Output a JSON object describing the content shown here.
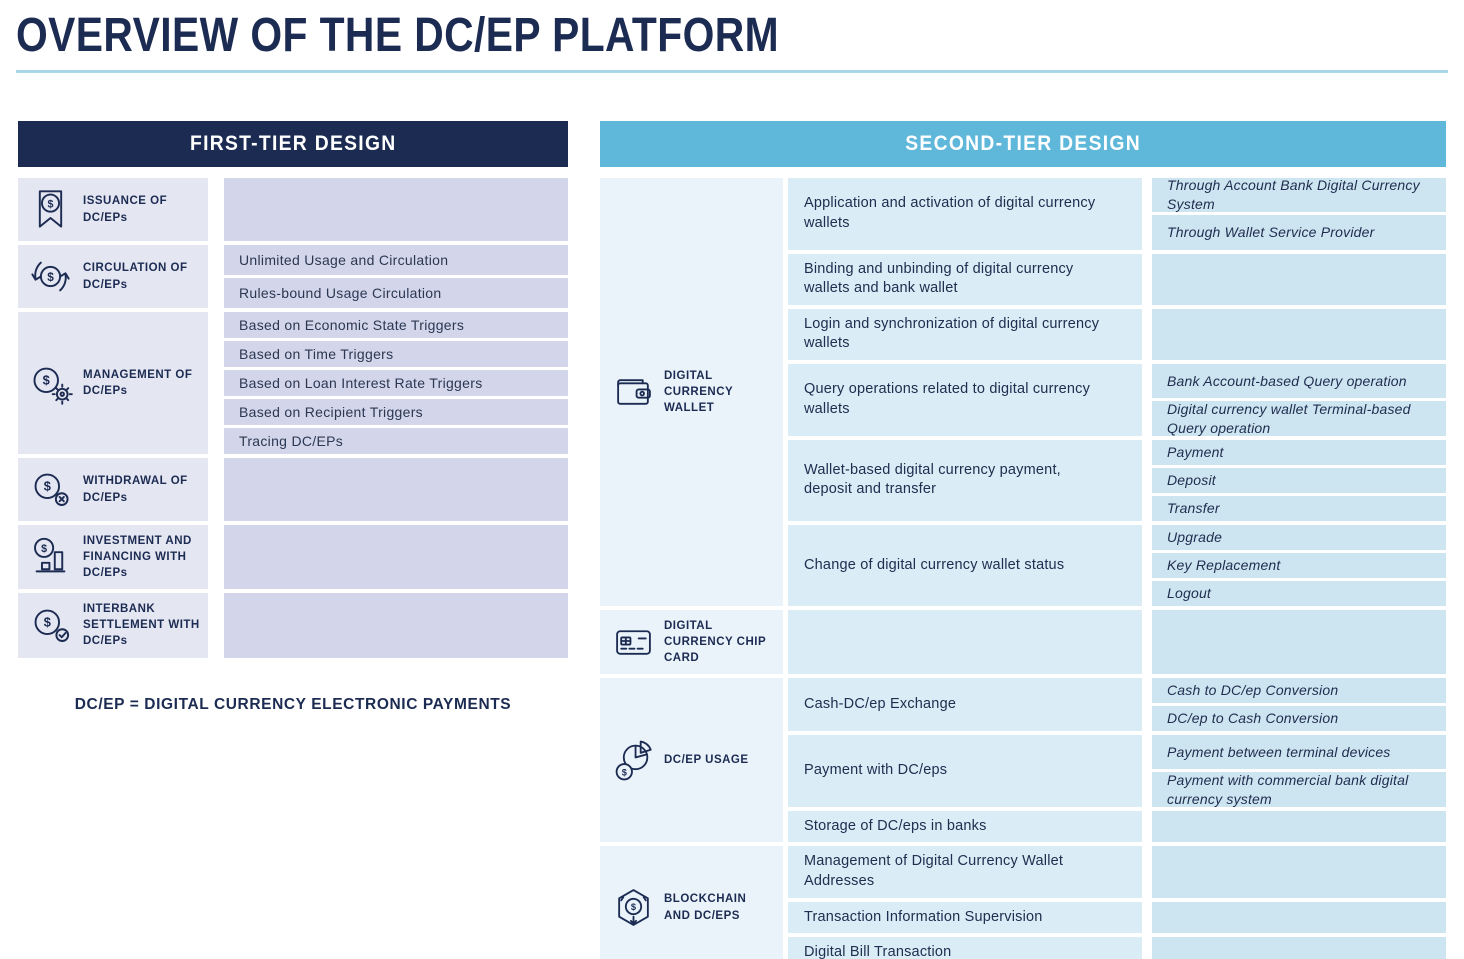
{
  "page": {
    "title": "OVERVIEW OF THE DC/EP PLATFORM",
    "footnote": "DC/EP = DIGITAL CURRENCY ELECTRONIC PAYMENTS"
  },
  "colors": {
    "navy": "#1c2b52",
    "tier2-blue": "#5fb7da",
    "underline": "#a9d7ea",
    "ft-label-bg": "#e4e6f2",
    "ft-value-bg": "#d3d6ea",
    "st-label-bg": "#eaf3fa",
    "st-mid-bg": "#daecf6",
    "st-detail-bg": "#cde5f1",
    "text-dark": "#2b3752"
  },
  "first_tier": {
    "header": "FIRST-TIER DESIGN",
    "sections": [
      {
        "icon": "issuance-icon",
        "label": "ISSUANCE OF DC/EPs",
        "items": []
      },
      {
        "icon": "circulation-icon",
        "label": "CIRCULATION OF DC/EPs",
        "items": [
          "Unlimited Usage and Circulation",
          "Rules-bound Usage Circulation"
        ]
      },
      {
        "icon": "management-icon",
        "label": "MANAGEMENT OF DC/EPs",
        "items": [
          "Based on Economic State Triggers",
          "Based on Time Triggers",
          "Based on Loan Interest Rate Triggers",
          "Based on Recipient Triggers",
          "Tracing DC/EPs"
        ]
      },
      {
        "icon": "withdrawal-icon",
        "label": "WITHDRAWAL OF DC/EPs",
        "items": []
      },
      {
        "icon": "investment-icon",
        "label": "INVESTMENT AND FINANCING WITH DC/EPs",
        "items": []
      },
      {
        "icon": "settlement-icon",
        "label": "INTERBANK SETTLEMENT WITH DC/EPs",
        "items": []
      }
    ]
  },
  "second_tier": {
    "header": "SECOND-TIER DESIGN",
    "sections": [
      {
        "icon": "wallet-icon",
        "label": "DIGITAL CURRENCY WALLET",
        "rows": [
          {
            "text": "Application and activation of digital currency wallets",
            "details": [
              "Through Account Bank Digital Currency System",
              "Through Wallet Service Provider"
            ]
          },
          {
            "text": "Binding and unbinding of digital currency wallets and bank wallet",
            "details": []
          },
          {
            "text": "Login and synchronization of digital currency wallets",
            "details": []
          },
          {
            "text": "Query operations related to digital currency wallets",
            "details": [
              "Bank Account-based Query operation",
              "Digital currency wallet Terminal-based Query operation"
            ]
          },
          {
            "text": "Wallet-based digital currency payment, deposit and transfer",
            "details": [
              "Payment",
              "Deposit",
              "Transfer"
            ]
          },
          {
            "text": "Change of digital currency wallet status",
            "details": [
              "Upgrade",
              "Key Replacement",
              "Logout"
            ]
          }
        ]
      },
      {
        "icon": "chip-card-icon",
        "label": "DIGITAL CURRENCY CHIP CARD",
        "rows": [
          {
            "text": "",
            "details": []
          }
        ]
      },
      {
        "icon": "usage-icon",
        "label": "DC/EP USAGE",
        "rows": [
          {
            "text": "Cash-DC/ep Exchange",
            "details": [
              "Cash to DC/ep Conversion",
              "DC/ep to Cash Conversion"
            ]
          },
          {
            "text": "Payment with DC/eps",
            "details": [
              "Payment between terminal devices",
              "Payment with commercial bank digital currency system"
            ]
          },
          {
            "text": "Storage of DC/eps in banks",
            "details": []
          }
        ]
      },
      {
        "icon": "blockchain-icon",
        "label": "BLOCKCHAIN AND DC/EPS",
        "rows": [
          {
            "text": "Management of Digital Currency Wallet Addresses",
            "details": []
          },
          {
            "text": "Transaction Information Supervision",
            "details": []
          },
          {
            "text": "Digital Bill Transaction",
            "details": []
          }
        ]
      }
    ]
  }
}
